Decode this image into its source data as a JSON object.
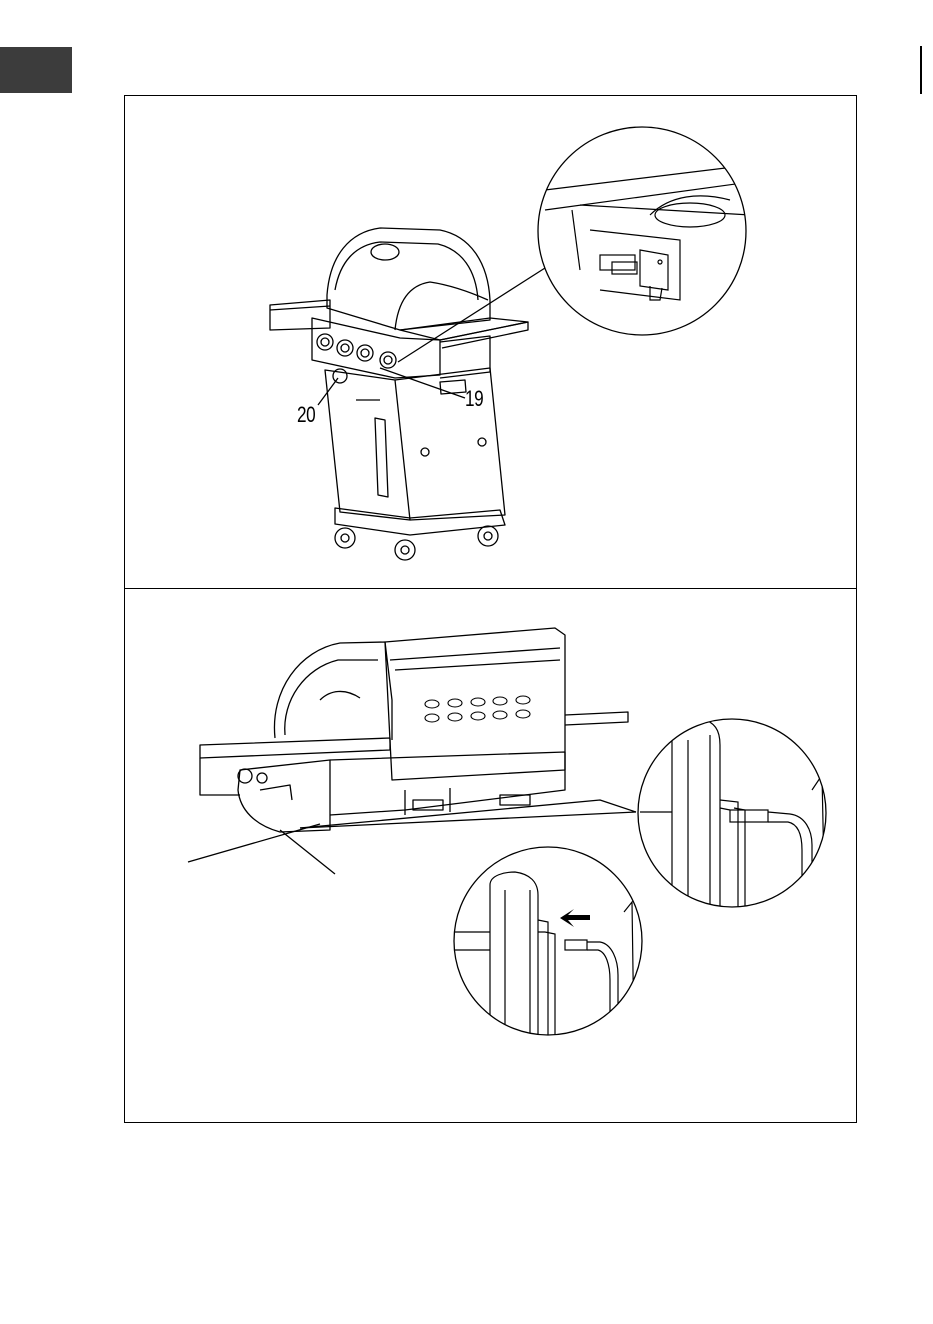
{
  "page": {
    "tab_color": "#3c3c3c",
    "line_color": "#000000"
  },
  "figure_top": {
    "callouts": [
      "20",
      "19"
    ],
    "icons": [
      "grill-illustration",
      "detail-magnifier-circle"
    ]
  },
  "figure_bottom": {
    "icons": [
      "grill-side-illustration",
      "hose-detail-circle",
      "hose-connect-detail-circle",
      "arrow-left-icon"
    ]
  }
}
